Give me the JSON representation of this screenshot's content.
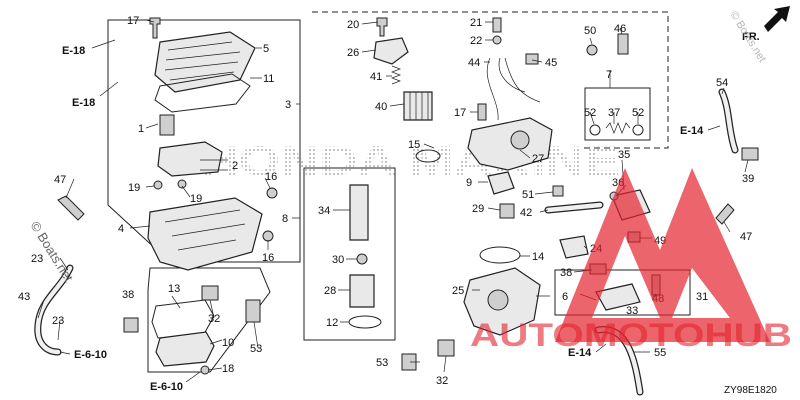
{
  "diagram": {
    "code": "ZY98E1820",
    "watermark_brand": "HONDA MARINE",
    "logo_text": "AUTOMOTOHUB",
    "logo_color": "#e4232f",
    "copyright_text": "© Boats.net",
    "direction_label": "FR.",
    "refs": {
      "e18_a": "E-18",
      "e18_b": "E-18",
      "e14_a": "E-14",
      "e14_b": "E-14",
      "e610_a": "E-6-10",
      "e610_b": "E-6-10"
    },
    "callouts": [
      {
        "id": "c17a",
        "text": "17"
      },
      {
        "id": "c5",
        "text": "5"
      },
      {
        "id": "c11",
        "text": "11"
      },
      {
        "id": "c1",
        "text": "1"
      },
      {
        "id": "c2",
        "text": "2"
      },
      {
        "id": "c19a",
        "text": "19"
      },
      {
        "id": "c19b",
        "text": "19"
      },
      {
        "id": "c3",
        "text": "3"
      },
      {
        "id": "c47a",
        "text": "47"
      },
      {
        "id": "c4",
        "text": "4"
      },
      {
        "id": "c16a",
        "text": "16"
      },
      {
        "id": "c16b",
        "text": "16"
      },
      {
        "id": "c8",
        "text": "8"
      },
      {
        "id": "c23a",
        "text": "23"
      },
      {
        "id": "c23b",
        "text": "23"
      },
      {
        "id": "c43",
        "text": "43"
      },
      {
        "id": "c38a",
        "text": "38"
      },
      {
        "id": "c13",
        "text": "13"
      },
      {
        "id": "c10",
        "text": "10"
      },
      {
        "id": "c18",
        "text": "18"
      },
      {
        "id": "c32a",
        "text": "32"
      },
      {
        "id": "c53a",
        "text": "53"
      },
      {
        "id": "c20",
        "text": "20"
      },
      {
        "id": "c26",
        "text": "26"
      },
      {
        "id": "c41",
        "text": "41"
      },
      {
        "id": "c40",
        "text": "40"
      },
      {
        "id": "c34",
        "text": "34"
      },
      {
        "id": "c30",
        "text": "30"
      },
      {
        "id": "c28",
        "text": "28"
      },
      {
        "id": "c12",
        "text": "12"
      },
      {
        "id": "c53b",
        "text": "53"
      },
      {
        "id": "c32b",
        "text": "32"
      },
      {
        "id": "c21",
        "text": "21"
      },
      {
        "id": "c22",
        "text": "22"
      },
      {
        "id": "c44",
        "text": "44"
      },
      {
        "id": "c45",
        "text": "45"
      },
      {
        "id": "c17b",
        "text": "17"
      },
      {
        "id": "c15",
        "text": "15"
      },
      {
        "id": "c27",
        "text": "27"
      },
      {
        "id": "c9",
        "text": "9"
      },
      {
        "id": "c51",
        "text": "51"
      },
      {
        "id": "c29",
        "text": "29"
      },
      {
        "id": "c42",
        "text": "42"
      },
      {
        "id": "c14",
        "text": "14"
      },
      {
        "id": "c24",
        "text": "24"
      },
      {
        "id": "c38b",
        "text": "38"
      },
      {
        "id": "c25",
        "text": "25"
      },
      {
        "id": "c6",
        "text": "6"
      },
      {
        "id": "c33",
        "text": "33"
      },
      {
        "id": "c48",
        "text": "48"
      },
      {
        "id": "c31",
        "text": "31"
      },
      {
        "id": "c50",
        "text": "50"
      },
      {
        "id": "c46",
        "text": "46"
      },
      {
        "id": "c7",
        "text": "7"
      },
      {
        "id": "c52a",
        "text": "52"
      },
      {
        "id": "c37",
        "text": "37"
      },
      {
        "id": "c52b",
        "text": "52"
      },
      {
        "id": "c35",
        "text": "35"
      },
      {
        "id": "c36",
        "text": "36"
      },
      {
        "id": "c49",
        "text": "49"
      },
      {
        "id": "c54",
        "text": "54"
      },
      {
        "id": "c39",
        "text": "39"
      },
      {
        "id": "c47b",
        "text": "47"
      },
      {
        "id": "c55",
        "text": "55"
      }
    ]
  }
}
